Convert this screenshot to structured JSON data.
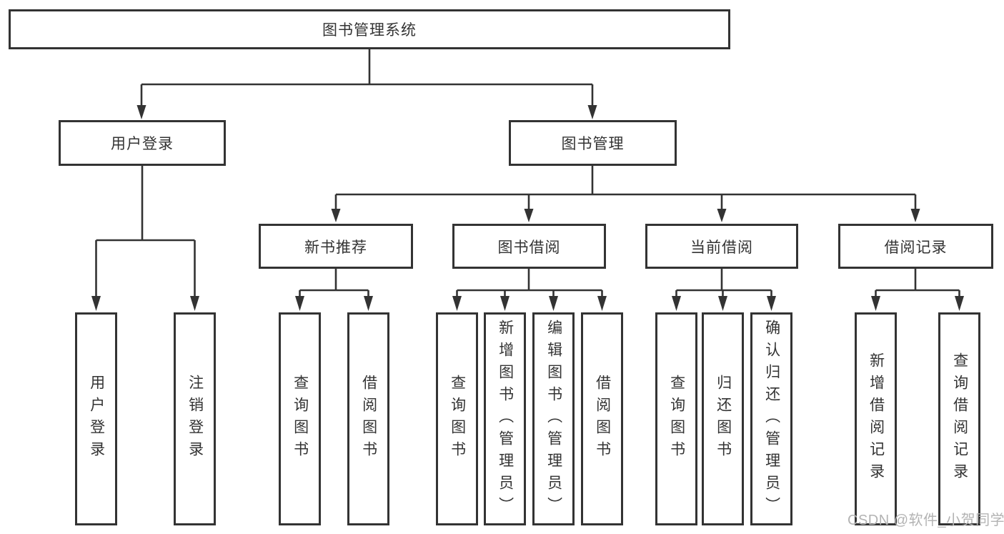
{
  "root": {
    "label": "图书管理系统"
  },
  "level2": [
    {
      "label": "用户登录"
    },
    {
      "label": "图书管理"
    }
  ],
  "level3": [
    {
      "label": "新书推荐"
    },
    {
      "label": "图书借阅"
    },
    {
      "label": "当前借阅"
    },
    {
      "label": "借阅记录"
    }
  ],
  "leaves": [
    {
      "group": "用户登录",
      "label": "用户登录"
    },
    {
      "group": "用户登录",
      "label": "注销登录"
    },
    {
      "group": "新书推荐",
      "label": "查询图书"
    },
    {
      "group": "新书推荐",
      "label": "借阅图书"
    },
    {
      "group": "图书借阅",
      "label": "查询图书"
    },
    {
      "group": "图书借阅",
      "label": "新增图书（管理员）"
    },
    {
      "group": "图书借阅",
      "label": "编辑图书（管理员）"
    },
    {
      "group": "图书借阅",
      "label": "借阅图书"
    },
    {
      "group": "当前借阅",
      "label": "查询图书"
    },
    {
      "group": "当前借阅",
      "label": "归还图书"
    },
    {
      "group": "当前借阅",
      "label": "确认归还（管理员）"
    },
    {
      "group": "借阅记录",
      "label": "新增借阅记录"
    },
    {
      "group": "借阅记录",
      "label": "查询借阅记录"
    }
  ],
  "watermark": {
    "text": "CSDN @软件_小贺同学"
  },
  "colors": {
    "line": "#333333",
    "text": "#333333",
    "box_background": "#ffffff",
    "watermark": "#b3b3b3"
  }
}
